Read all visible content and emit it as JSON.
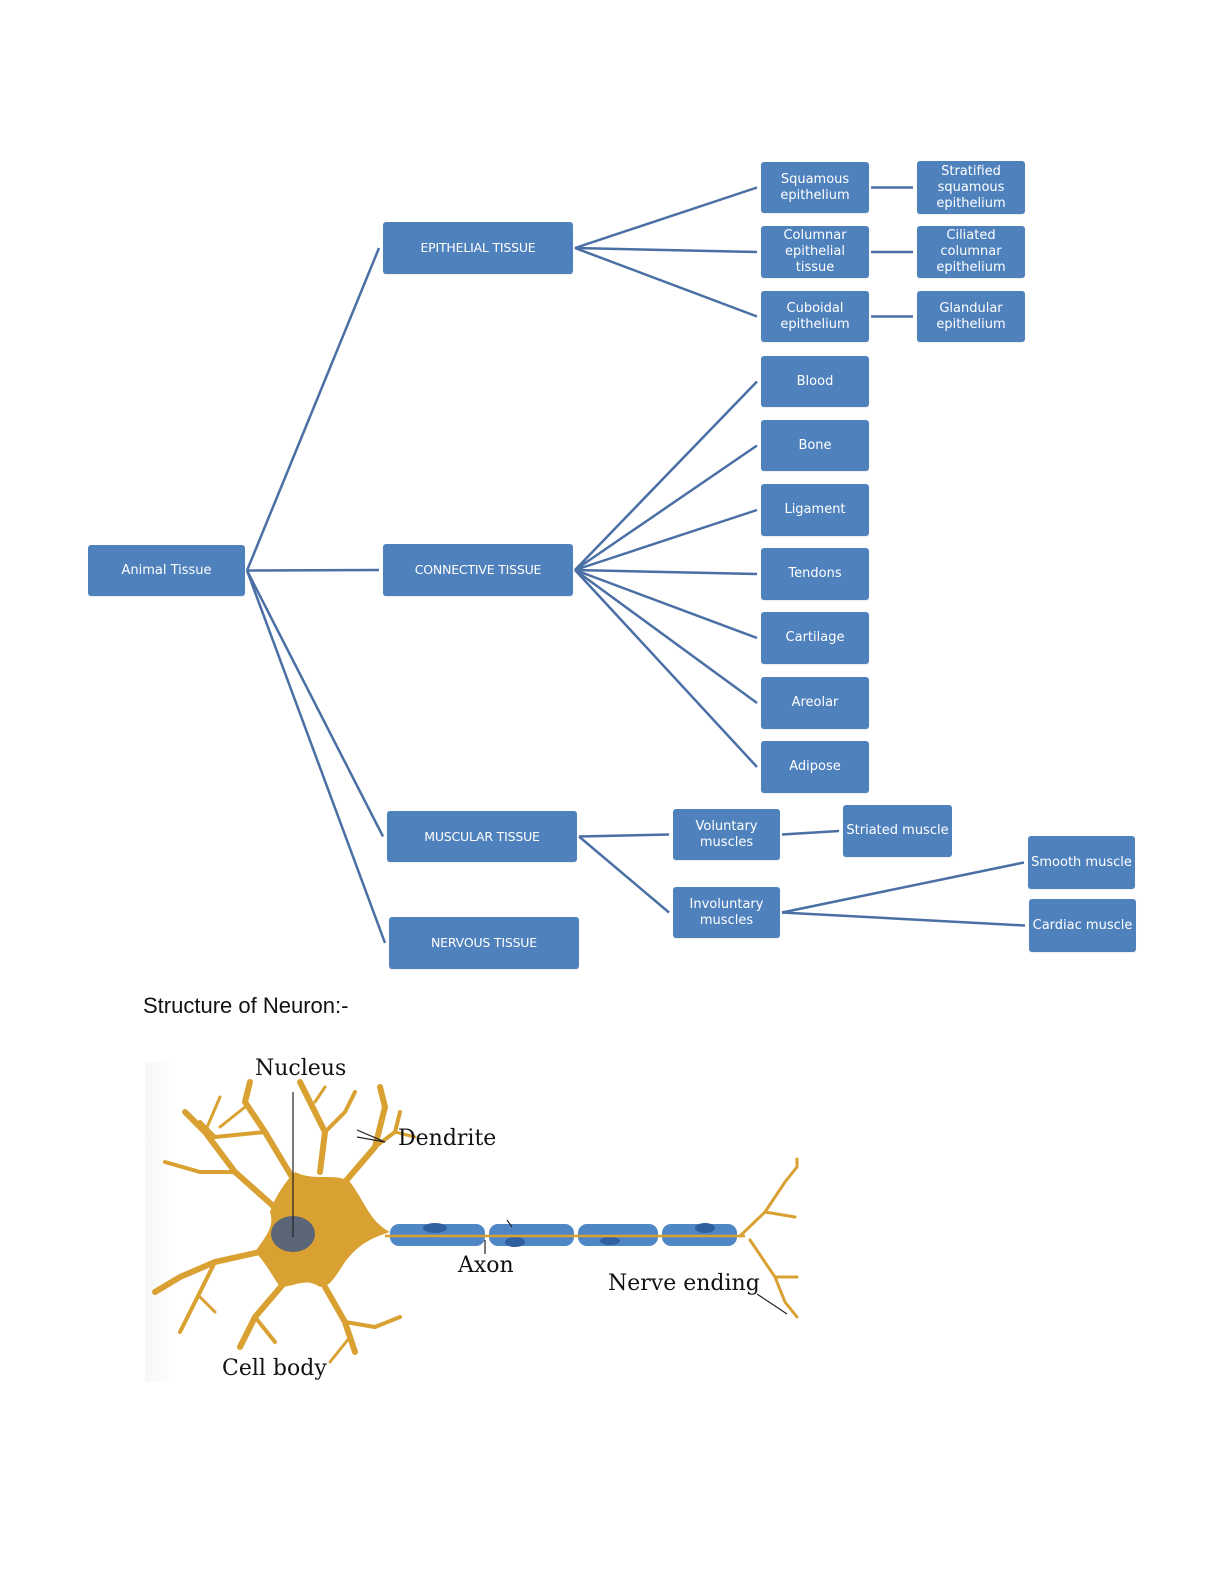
{
  "diagram": {
    "colors": {
      "box": "#4f81bd",
      "box_text": "#ffffff",
      "line": "#4a6fa5"
    },
    "root": {
      "id": "animal",
      "label": "Animal Tissue"
    },
    "nodes": [
      {
        "id": "animal",
        "label": "Animal Tissue"
      },
      {
        "id": "epithelial",
        "label": "EPITHELIAL TISSUE"
      },
      {
        "id": "connective",
        "label": "CONNECTIVE TISSUE"
      },
      {
        "id": "muscular",
        "label": "MUSCULAR TISSUE"
      },
      {
        "id": "nervous",
        "label": "NERVOUS TISSUE"
      },
      {
        "id": "squamous",
        "label": "Squamous epithelium"
      },
      {
        "id": "columnar",
        "label": "Columnar epithelial tissue"
      },
      {
        "id": "cuboidal",
        "label": "Cuboidal epithelium"
      },
      {
        "id": "stratified",
        "label": "Stratified squamous epithelium"
      },
      {
        "id": "ciliated",
        "label": "Ciliated columnar epithelium"
      },
      {
        "id": "glandular",
        "label": "Glandular epithelium"
      },
      {
        "id": "blood",
        "label": "Blood"
      },
      {
        "id": "bone",
        "label": "Bone"
      },
      {
        "id": "ligament",
        "label": "Ligament"
      },
      {
        "id": "tendons",
        "label": "Tendons"
      },
      {
        "id": "cartilage",
        "label": "Cartilage"
      },
      {
        "id": "areolar",
        "label": "Areolar"
      },
      {
        "id": "adipose",
        "label": "Adipose"
      },
      {
        "id": "voluntary",
        "label": "Voluntary muscles"
      },
      {
        "id": "involuntary",
        "label": "Involuntary muscles"
      },
      {
        "id": "striated",
        "label": "Striated muscle"
      },
      {
        "id": "smooth",
        "label": "Smooth muscle"
      },
      {
        "id": "cardiac",
        "label": "Cardiac muscle"
      }
    ],
    "edges": [
      [
        "animal",
        "epithelial"
      ],
      [
        "animal",
        "connective"
      ],
      [
        "animal",
        "muscular"
      ],
      [
        "animal",
        "nervous"
      ],
      [
        "epithelial",
        "squamous"
      ],
      [
        "epithelial",
        "columnar"
      ],
      [
        "epithelial",
        "cuboidal"
      ],
      [
        "squamous",
        "stratified"
      ],
      [
        "columnar",
        "ciliated"
      ],
      [
        "cuboidal",
        "glandular"
      ],
      [
        "connective",
        "blood"
      ],
      [
        "connective",
        "bone"
      ],
      [
        "connective",
        "ligament"
      ],
      [
        "connective",
        "tendons"
      ],
      [
        "connective",
        "cartilage"
      ],
      [
        "connective",
        "areolar"
      ],
      [
        "connective",
        "adipose"
      ],
      [
        "muscular",
        "voluntary"
      ],
      [
        "muscular",
        "involuntary"
      ],
      [
        "voluntary",
        "striated"
      ],
      [
        "involuntary",
        "smooth"
      ],
      [
        "involuntary",
        "cardiac"
      ]
    ]
  },
  "neuron": {
    "title": "Structure of Neuron:-",
    "labels": {
      "nucleus": "Nucleus",
      "dendrite": "Dendrite",
      "axon": "Axon",
      "nerve_ending": "Nerve ending",
      "cell_body": "Cell body"
    },
    "colors": {
      "cell": "#d9a032",
      "nucleus": "#5a6677",
      "myelin": "#4f86c6"
    }
  }
}
